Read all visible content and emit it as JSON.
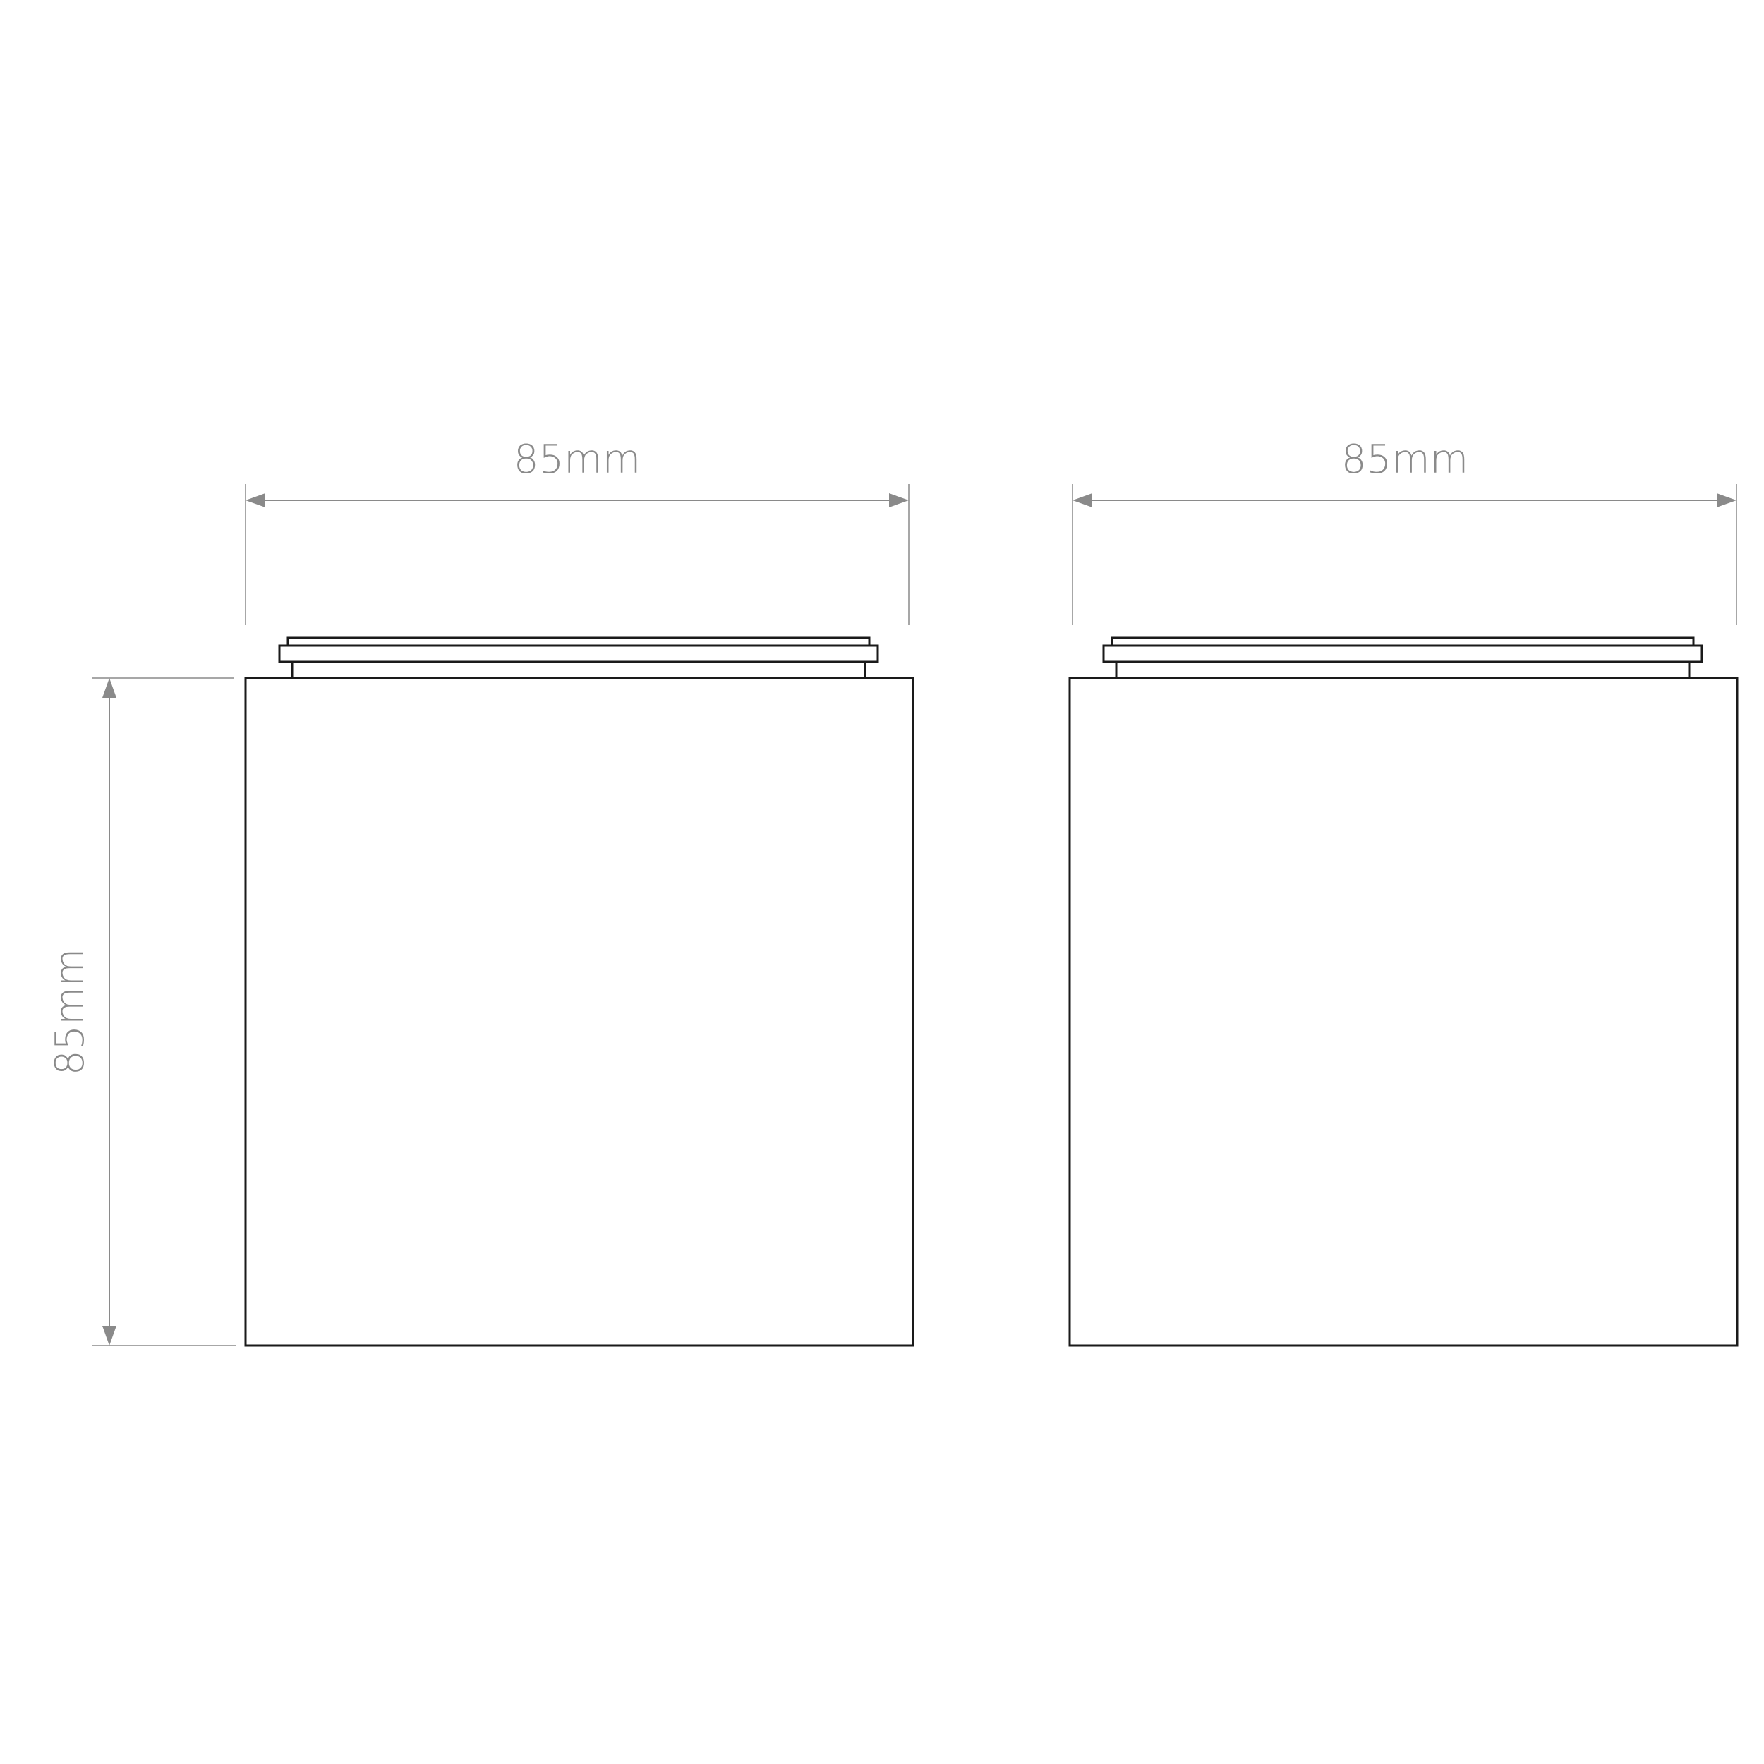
{
  "dimensions": {
    "left_width": "85mm",
    "right_width": "85mm",
    "height": "85mm"
  },
  "colors": {
    "dimension": "#8a8a8a",
    "outline": "#1a1a1a",
    "background": "#ffffff"
  }
}
